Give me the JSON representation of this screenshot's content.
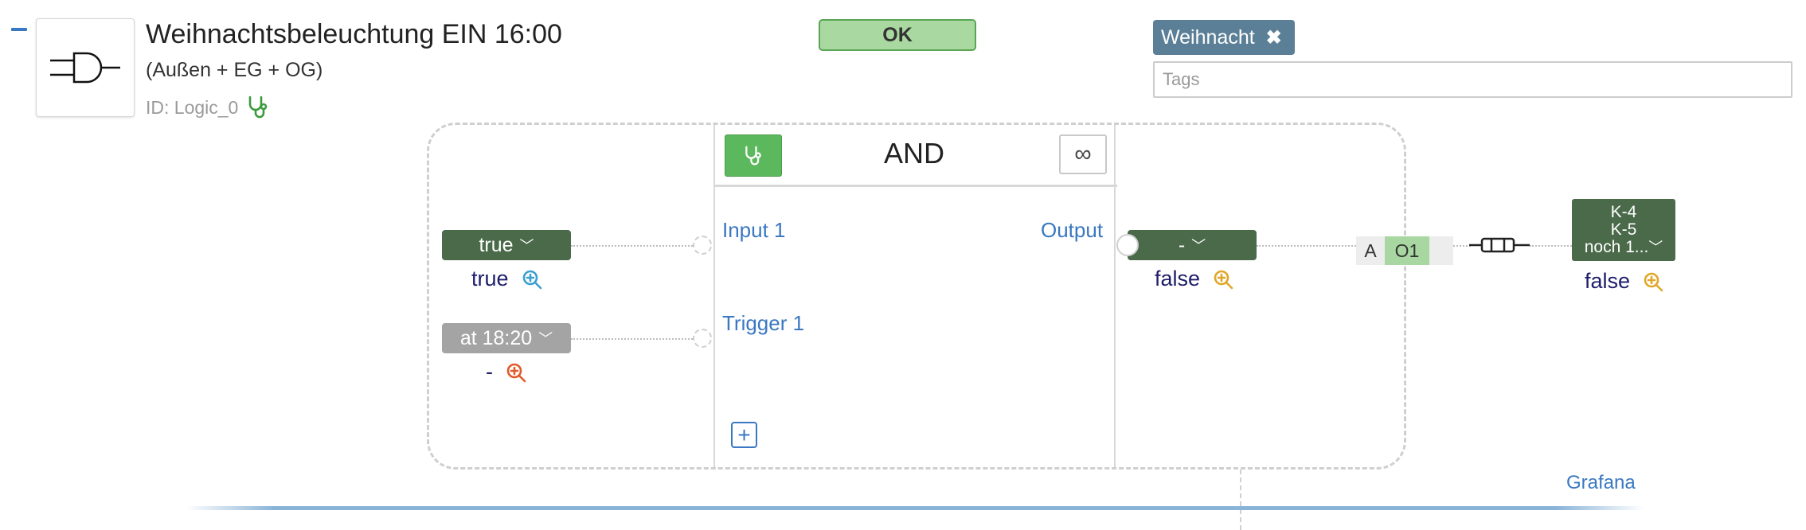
{
  "header": {
    "title": "Weihnachtsbeleuchtung EIN 16:00",
    "subtitle": "(Außen + EG + OG)",
    "id_label": "ID: Logic_0",
    "status_button": "OK"
  },
  "tags": {
    "chip_label": "Weihnacht",
    "chip_remove": "✖",
    "placeholder": "Tags"
  },
  "logic": {
    "gate_name": "AND",
    "infinite_symbol": "∞",
    "add_input_symbol": "+",
    "inputs": [
      {
        "label": "Input 1",
        "selector": "true",
        "value": "true"
      },
      {
        "label": "Trigger 1",
        "selector": "at 18:20",
        "value": "-"
      }
    ],
    "output": {
      "label": "Output",
      "selector": "-",
      "value": "false"
    },
    "address": {
      "letter": "A",
      "code": "O1"
    },
    "target": {
      "line1": "K-4",
      "line2": "K-5",
      "line3": "noch 1...",
      "value": "false"
    }
  },
  "links": {
    "grafana": "Grafana"
  },
  "colors": {
    "accent_blue": "#3a78c2",
    "dark_green": "#4a6a4a",
    "ok_green": "#a9d9a0",
    "tag_blue_gray": "#5b7f97",
    "zoom_teal": "#3aa0d0",
    "zoom_orange": "#e05a2a",
    "zoom_yellow": "#e0a82a",
    "value_navy": "#1d1d6b"
  },
  "icons": {
    "gate": "and-gate-icon",
    "diagnostic": "stethoscope-icon",
    "zoom": "zoom-in-icon",
    "remove": "close-icon",
    "connector": "fuse-connector-icon"
  }
}
